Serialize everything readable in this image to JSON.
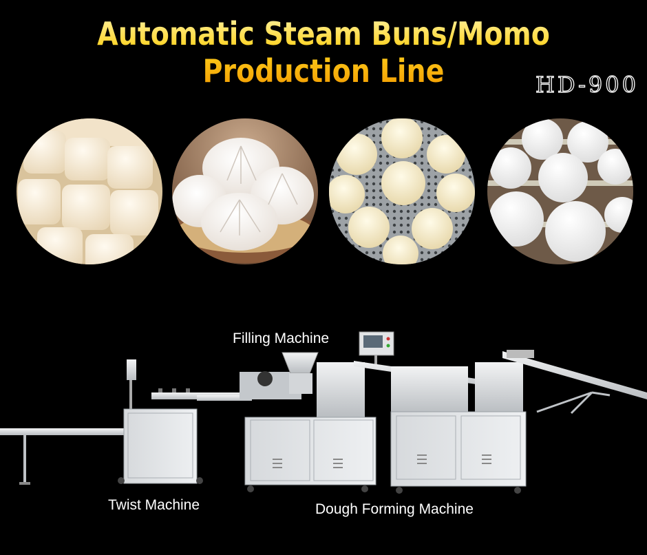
{
  "title": "Automatic Steam Buns/Momo Production Line",
  "model": "HD-900",
  "photos": [
    {
      "icon": "mantou-steamed-buns-photo"
    },
    {
      "icon": "baozi-on-plate-photo"
    },
    {
      "icon": "momo-on-steamer-tray-photo"
    },
    {
      "icon": "round-buns-on-paper-photo"
    }
  ],
  "machines": {
    "filling": "Filling Machine",
    "twist": "Twist Machine",
    "dough": "Dough Forming Machine"
  },
  "colors": {
    "background": "#000000",
    "title_gold": "#ffc61a",
    "steel": "#c9ccd0"
  }
}
